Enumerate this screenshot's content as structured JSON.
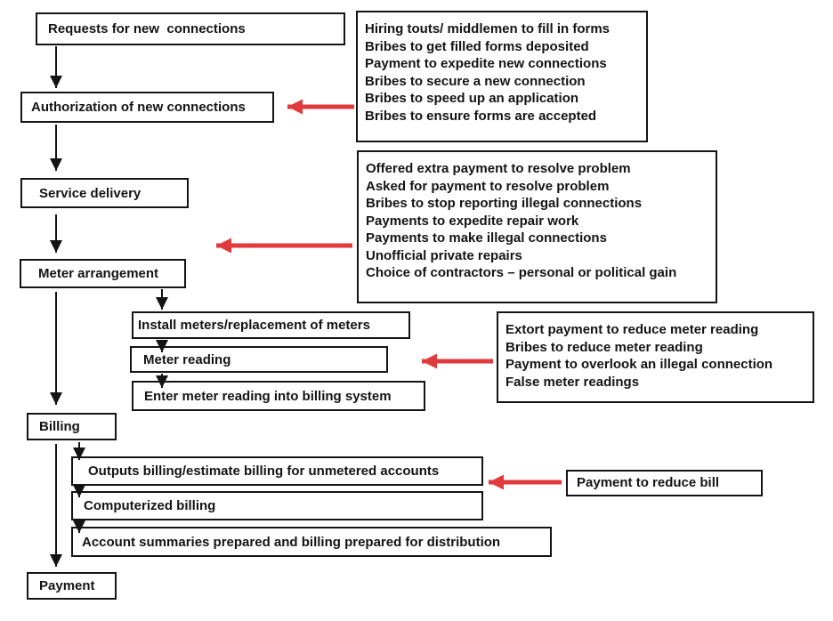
{
  "flow_nodes": [
    {
      "id": "requests",
      "label": "Requests for new  connections"
    },
    {
      "id": "authorization",
      "label": "Authorization of new connections"
    },
    {
      "id": "service_delivery",
      "label": "Service delivery"
    },
    {
      "id": "meter_arrangement",
      "label": "Meter arrangement"
    },
    {
      "id": "install_meters",
      "label": "Install meters/replacement of meters"
    },
    {
      "id": "meter_reading",
      "label": "Meter reading"
    },
    {
      "id": "enter_reading",
      "label": "Enter meter reading into billing system"
    },
    {
      "id": "billing",
      "label": "Billing"
    },
    {
      "id": "outputs_billing",
      "label": "Outputs billing/estimate billing for unmetered accounts"
    },
    {
      "id": "computerized",
      "label": "Computerized billing"
    },
    {
      "id": "account_summaries",
      "label": "Account summaries prepared and billing prepared for distribution"
    },
    {
      "id": "payment",
      "label": "Payment"
    }
  ],
  "corruption_boxes": [
    {
      "target": "authorization",
      "lines": [
        "Hiring touts/ middlemen to fill in forms",
        "Bribes to get filled forms deposited",
        "Payment to expedite new connections",
        "Bribes to secure a new connection",
        "Bribes to speed up an application",
        "Bribes to ensure forms are accepted"
      ]
    },
    {
      "target": "service_delivery",
      "lines": [
        "Offered extra payment to resolve problem",
        "Asked for payment to resolve problem",
        "Bribes to stop reporting illegal connections",
        "Payments to expedite repair work",
        "Payments to make illegal connections",
        "Unofficial private repairs",
        "Choice of contractors – personal or political gain"
      ]
    },
    {
      "target": "meter_reading",
      "lines": [
        "Extort payment to reduce meter reading",
        "Bribes to reduce meter reading",
        "Payment to overlook an illegal connection",
        "False meter readings"
      ]
    },
    {
      "target": "outputs_billing",
      "lines": [
        "Payment to reduce bill"
      ]
    }
  ],
  "colors": {
    "arrow_red": "#e13a3c",
    "diagram_black": "#141414",
    "background": "#ffffff"
  }
}
